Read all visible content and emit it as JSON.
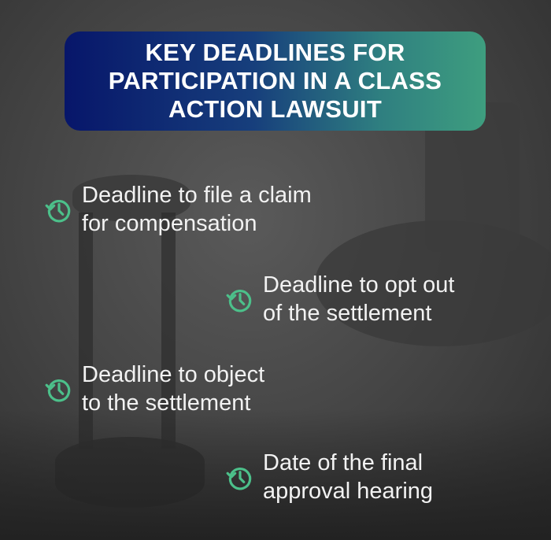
{
  "title": "KEY DEADLINES FOR PARTICIPATION IN A CLASS ACTION LAWSUIT",
  "colors": {
    "banner_start": "#07166a",
    "banner_end": "#3e9e7f",
    "icon": "#4cc08a"
  },
  "items": [
    {
      "icon": "history-clock-icon",
      "line1": "Deadline to file a claim",
      "line2": "for compensation"
    },
    {
      "icon": "history-clock-icon",
      "line1": "Deadline to opt out",
      "line2": "of the settlement"
    },
    {
      "icon": "history-clock-icon",
      "line1": "Deadline to object",
      "line2": "to the settlement"
    },
    {
      "icon": "history-clock-icon",
      "line1": "Date of the final",
      "line2": "approval hearing"
    }
  ]
}
